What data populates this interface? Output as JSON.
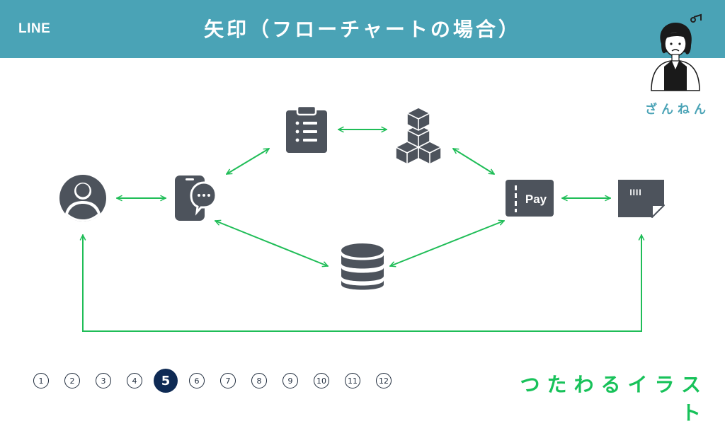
{
  "header": {
    "logo": "LINE",
    "title": "矢印（フローチャートの場合）",
    "character_caption": "ざんねん"
  },
  "diagram": {
    "nodes": [
      {
        "id": "user",
        "icon": "user-avatar-icon"
      },
      {
        "id": "phone",
        "icon": "phone-chat-icon"
      },
      {
        "id": "checklist",
        "icon": "clipboard-list-icon"
      },
      {
        "id": "boxes",
        "icon": "stacked-boxes-icon"
      },
      {
        "id": "pay",
        "icon": "pay-card-icon",
        "label": "Pay"
      },
      {
        "id": "receipt",
        "icon": "receipt-icon",
        "label": "IIII"
      },
      {
        "id": "database",
        "icon": "database-icon"
      }
    ],
    "edges": [
      [
        "user",
        "phone"
      ],
      [
        "phone",
        "checklist"
      ],
      [
        "checklist",
        "boxes"
      ],
      [
        "boxes",
        "pay"
      ],
      [
        "pay",
        "receipt"
      ],
      [
        "phone",
        "database"
      ],
      [
        "pay",
        "database"
      ],
      [
        "receipt",
        "user"
      ]
    ],
    "arrow_color": "#1fbd57",
    "icon_color": "#4d535c"
  },
  "pager": {
    "pages": [
      "1",
      "2",
      "3",
      "4",
      "5",
      "6",
      "7",
      "8",
      "9",
      "10",
      "11",
      "12"
    ],
    "current": "5"
  },
  "brand": "つたわるイラスト",
  "colors": {
    "header_bg": "#4aa3b6",
    "active_page": "#0e2a54",
    "brand": "#18c25a"
  }
}
